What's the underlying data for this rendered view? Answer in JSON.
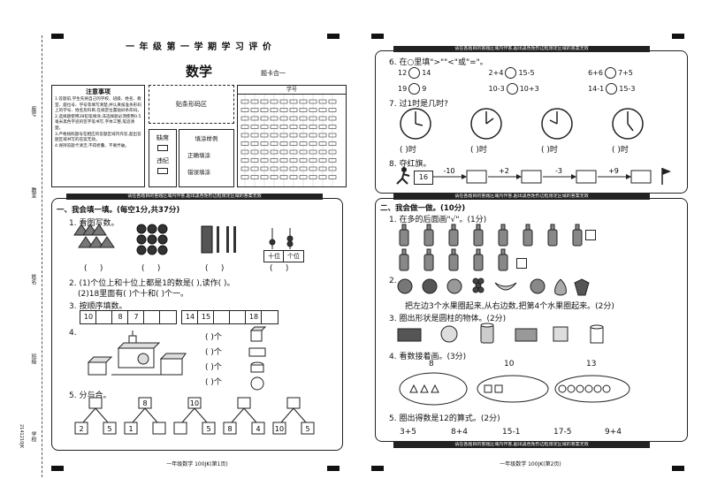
{
  "sheet": {
    "header_title": "一 年 级 第 一 学 期 学 习 评 价",
    "subject": "数学",
    "answer_card_label": "题卡合一",
    "notice_title": "注意事项",
    "notice_items": [
      "1.答题前,学生先将自己的学校、班级、姓名、教室、座位号、学号等填写清楚,并认真核准条形码上的学号、姓名及科目,在规定位置贴好条形码。",
      "2.选择题使用2B铅笔填涂;非选择题必须使用0.5毫米黑色字迹的签字笔书写,字体工整,笔迹清楚。",
      "3.严格按照题号在相应的答题区域内作答,超出答题区域书写的答案无效。",
      "4.保持答题卡清洁,不得折叠、不要弄破。"
    ],
    "barcode_label": "贴条形码区",
    "student_id_label": "学号",
    "absent_label": "缺席",
    "violation_label": "违纪",
    "fill_sample_label": "填涂样例",
    "correct_fill_label": "正确填涂",
    "wrong_fill_label": "错误填涂",
    "warning_text": "请在各题目的答题区域内作答,超出黑色矩形边框限定区域的答案无效",
    "side_labels": [
      "座号",
      "教室",
      "姓名",
      "班级",
      "学校"
    ],
    "side_code": "2141210JK",
    "footer_left": "一年级数学 100JK(第1页)",
    "footer_right": "一年级数学 100JK(第2页)"
  },
  "section1": {
    "title": "一、我会填一填。(每空1分,共37分)",
    "q1": "1. 看图写数。",
    "q1_place_labels": [
      "十位",
      "个位"
    ],
    "q1_blanks": [
      "(",
      ")",
      "(",
      ")",
      "(",
      ")",
      "(",
      ")"
    ],
    "q2_line1": "2. (1)个位上和十位上都是1的数是(        ),读作(        )。",
    "q2_line2": "(2)18里面有(    )个十和(    )个一。",
    "q3": "3. 按顺序填数。",
    "q3_row1": [
      "10",
      "",
      "8",
      "7",
      "",
      ""
    ],
    "q3_row2": [
      "14",
      "15",
      "",
      "",
      "18",
      ""
    ],
    "q4": "4.",
    "q4_blanks": [
      "(    )个",
      "(    )个",
      "(    )个",
      "(    )个"
    ],
    "q5": "5. 分与合。",
    "q5_tops": [
      "",
      "8",
      "10",
      "",
      ""
    ],
    "q5_pairs": [
      [
        "2",
        "5"
      ],
      [
        "1",
        ""
      ],
      [
        "",
        "5"
      ],
      [
        "8",
        "4"
      ],
      [
        "10",
        "5"
      ]
    ]
  },
  "q6": {
    "title": "6. 在○里填\">\"\"<\"或\"=\"。",
    "rows": [
      [
        "12",
        "14",
        "2+4",
        "15-5",
        "6+6",
        "7+5"
      ],
      [
        "19",
        "9",
        "10-3",
        "10+3",
        "14-1",
        "15-3"
      ]
    ]
  },
  "q7": {
    "title": "7. 过1时是几时?",
    "blanks": [
      "(      )时",
      "(      )时",
      "(      )时",
      "(      )时"
    ]
  },
  "q8": {
    "title": "8. 夺红旗。",
    "start": "16",
    "ops": [
      "-10",
      "+2",
      "-3",
      "+9"
    ]
  },
  "section2": {
    "title": "二、我会做一做。(10分)",
    "q1": "1. 在多的后面画\"√\"。(1分)",
    "q2": "2.",
    "q2_text": "把左边3个水果圈起来,从右边数,把第4个水果圈起来。(2分)",
    "q3": "3. 圈出形状是圆柱的物体。(2分)",
    "q4": "4. 看数接着画。(3分)",
    "q4_numbers": [
      "8",
      "10",
      "13"
    ],
    "q5": "5. 圈出得数是12的算式。(2分)",
    "q5_exprs": [
      "3+5",
      "8+4",
      "15-1",
      "17-5",
      "9+4"
    ]
  }
}
